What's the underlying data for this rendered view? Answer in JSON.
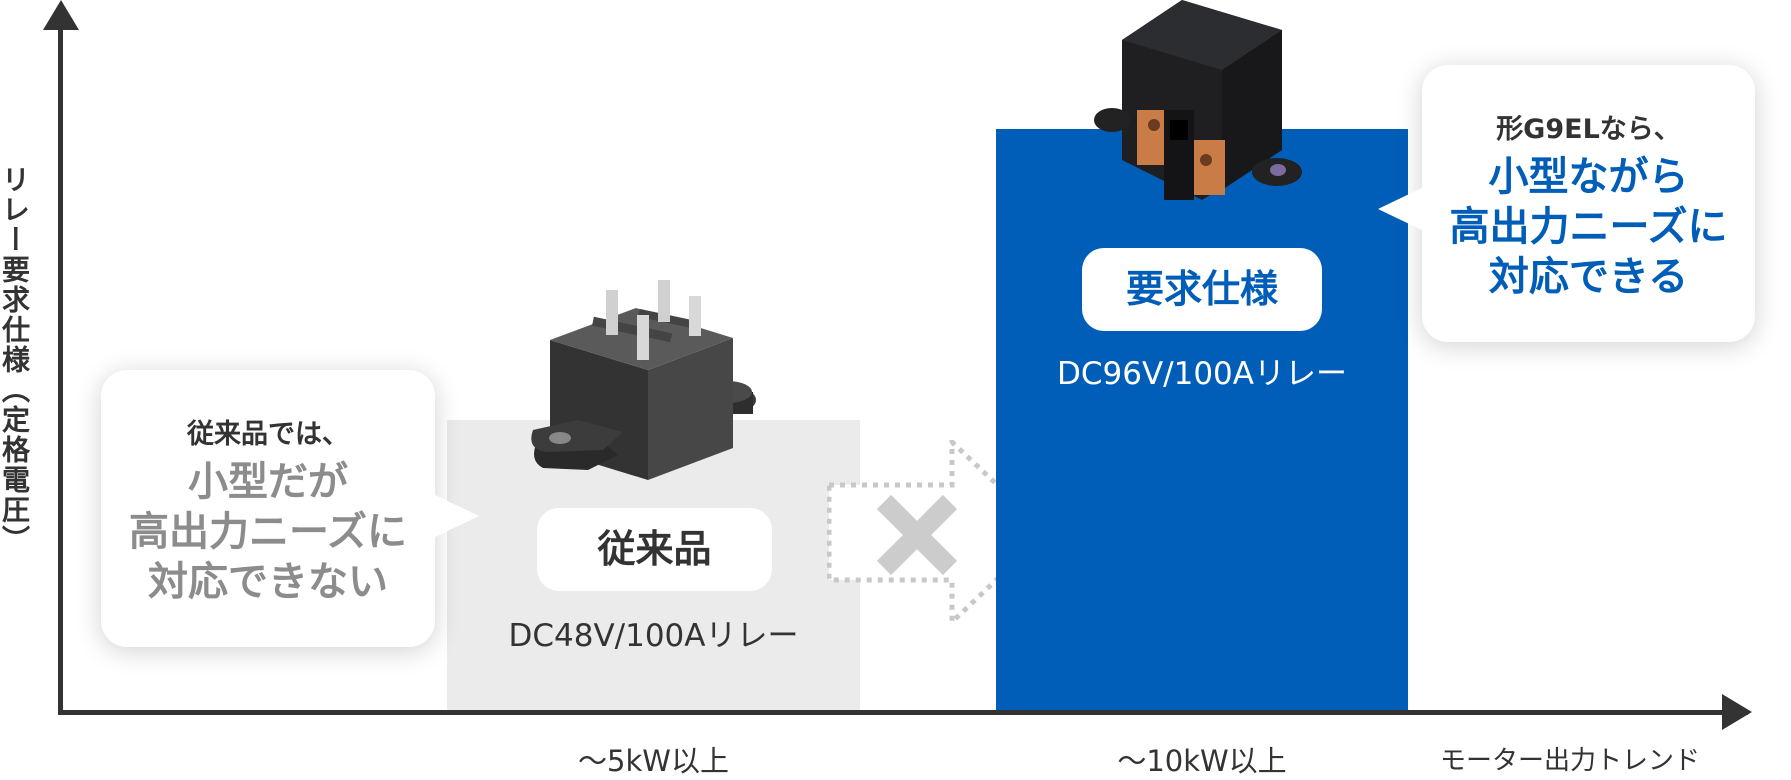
{
  "axes": {
    "y_label": "リレー要求仕様（定格電圧）",
    "x_label": "モーター出力トレンド"
  },
  "bars": [
    {
      "name": "conventional",
      "pill_label": "従来品",
      "spec": "DC48V/100Aリレー",
      "x_tick": "〜5kW以上",
      "color": "#ebebeb"
    },
    {
      "name": "required",
      "pill_label": "要求仕様",
      "spec": "DC96V/100Aリレー",
      "x_tick": "〜10kW以上",
      "color": "#005eb8"
    }
  ],
  "bubbles": {
    "left": {
      "lead": "従来品では、",
      "lines": [
        "小型だが",
        "高出力ニーズに",
        "対応できない"
      ],
      "accent": "#8c8c8c"
    },
    "right": {
      "lead": "形G9ELなら、",
      "lines": [
        "小型ながら",
        "高出力ニーズに",
        "対応できる"
      ],
      "accent": "#005eb8"
    }
  },
  "transition": {
    "icon": "x-mark-icon",
    "meaning": "not possible"
  },
  "colors": {
    "axis": "#333333",
    "brand_blue": "#005eb8",
    "gray_bar": "#ebebeb",
    "x_mark": "#cccccc"
  }
}
